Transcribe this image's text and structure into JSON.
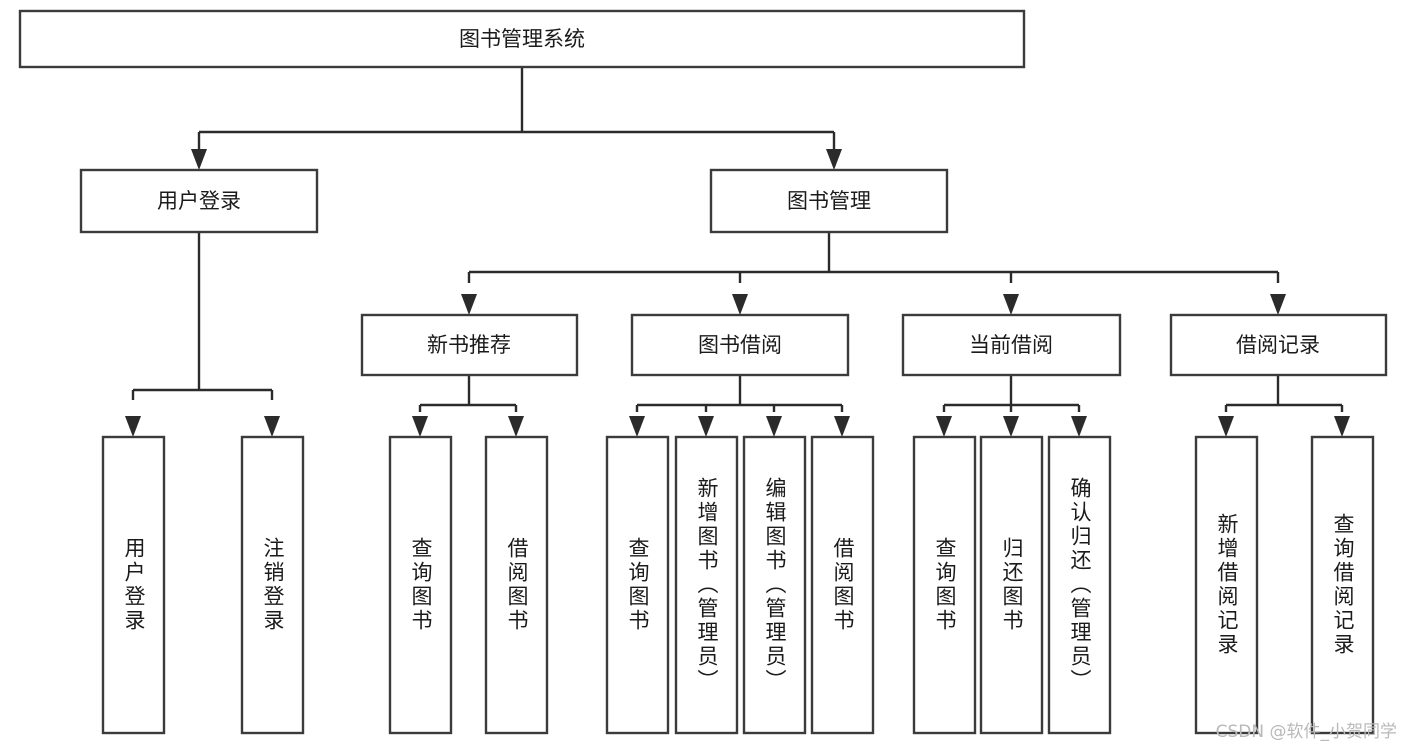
{
  "diagram": {
    "type": "tree",
    "title": "图书管理系统",
    "orientation": "top-down",
    "levels": 4,
    "colors": {
      "box_stroke": "#3b3b3b",
      "box_fill": "#ffffff",
      "connector": "#2b2b2b",
      "text": "#1b1b1b",
      "background": "#ffffff",
      "watermark": "#b9b9b9"
    },
    "nodes": {
      "root": {
        "label": "图书管理系统",
        "level": 1,
        "orientation": "horizontal"
      },
      "level2": [
        {
          "label": "用户登录",
          "orientation": "horizontal"
        },
        {
          "label": "图书管理",
          "orientation": "horizontal"
        }
      ],
      "level3": [
        {
          "label": "新书推荐",
          "orientation": "horizontal"
        },
        {
          "label": "图书借阅",
          "orientation": "horizontal"
        },
        {
          "label": "当前借阅",
          "orientation": "horizontal"
        },
        {
          "label": "借阅记录",
          "orientation": "horizontal"
        }
      ],
      "leaves_user_login": [
        {
          "label": "用户登录",
          "orientation": "vertical"
        },
        {
          "label": "注销登录",
          "orientation": "vertical"
        }
      ],
      "leaves_new_book": [
        {
          "label": "查询图书",
          "orientation": "vertical"
        },
        {
          "label": "借阅图书",
          "orientation": "vertical"
        }
      ],
      "leaves_borrow": [
        {
          "label": "查询图书",
          "orientation": "vertical"
        },
        {
          "label": "新增图书（管理员）",
          "orientation": "vertical"
        },
        {
          "label": "编辑图书（管理员）",
          "orientation": "vertical"
        },
        {
          "label": "借阅图书",
          "orientation": "vertical"
        }
      ],
      "leaves_current": [
        {
          "label": "查询图书",
          "orientation": "vertical"
        },
        {
          "label": "归还图书",
          "orientation": "vertical"
        },
        {
          "label": "确认归还（管理员）",
          "orientation": "vertical"
        }
      ],
      "leaves_records": [
        {
          "label": "新增借阅记录",
          "orientation": "vertical"
        },
        {
          "label": "查询借阅记录",
          "orientation": "vertical"
        }
      ]
    },
    "edges": [
      {
        "from": "图书管理系统",
        "to": "用户登录"
      },
      {
        "from": "图书管理系统",
        "to": "图书管理"
      },
      {
        "from": "图书管理",
        "to": "新书推荐"
      },
      {
        "from": "图书管理",
        "to": "图书借阅"
      },
      {
        "from": "图书管理",
        "to": "当前借阅"
      },
      {
        "from": "图书管理",
        "to": "借阅记录"
      },
      {
        "from": "用户登录",
        "to": "用户登录(叶)"
      },
      {
        "from": "用户登录",
        "to": "注销登录"
      },
      {
        "from": "新书推荐",
        "to": "查询图书"
      },
      {
        "from": "新书推荐",
        "to": "借阅图书"
      },
      {
        "from": "图书借阅",
        "to": "查询图书"
      },
      {
        "from": "图书借阅",
        "to": "新增图书（管理员）"
      },
      {
        "from": "图书借阅",
        "to": "编辑图书（管理员）"
      },
      {
        "from": "图书借阅",
        "to": "借阅图书"
      },
      {
        "from": "当前借阅",
        "to": "查询图书"
      },
      {
        "from": "当前借阅",
        "to": "归还图书"
      },
      {
        "from": "当前借阅",
        "to": "确认归还（管理员）"
      },
      {
        "from": "借阅记录",
        "to": "新增借阅记录"
      },
      {
        "from": "借阅记录",
        "to": "查询借阅记录"
      }
    ]
  },
  "watermark": {
    "text": "CSDN @软件_小贺同学"
  }
}
